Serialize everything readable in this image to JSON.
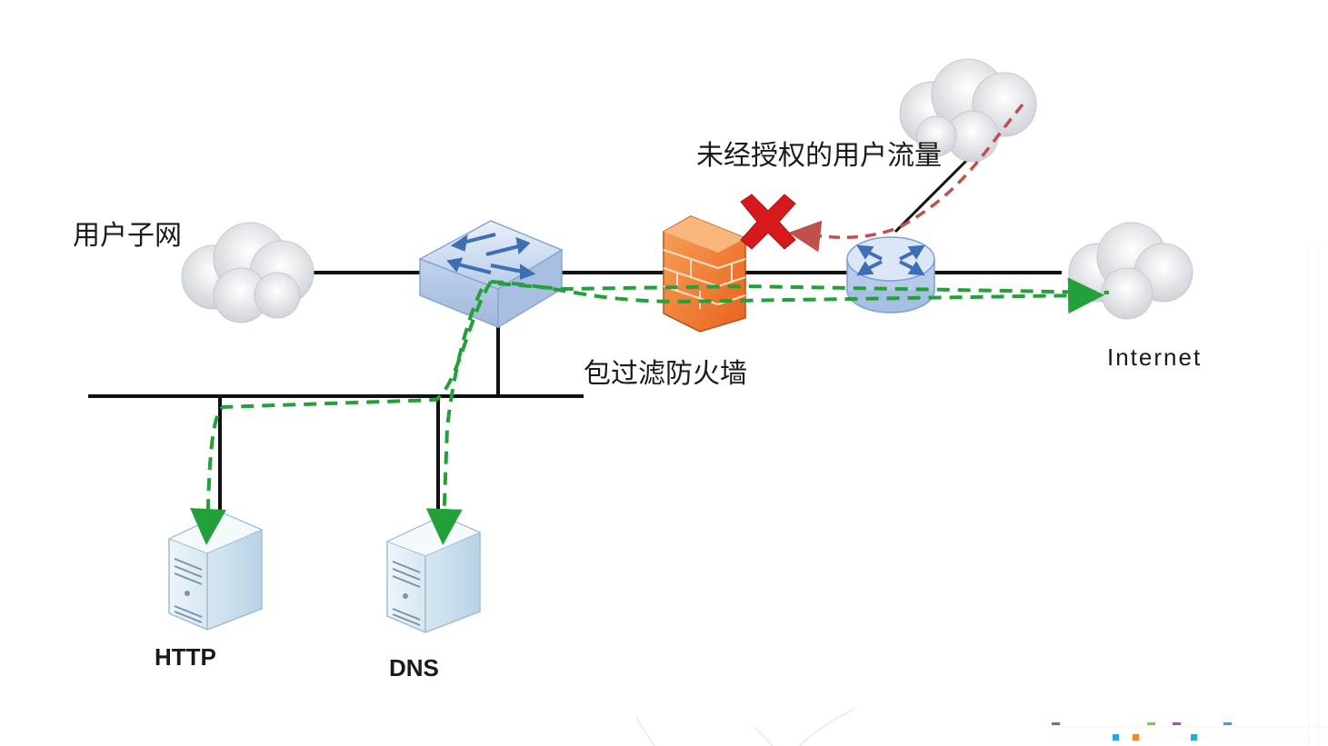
{
  "labels": {
    "user_subnet": "用户子网",
    "unauthorized_traffic": "未经授权的用户流量",
    "firewall": "包过滤防火墙",
    "internet": "Internet",
    "http_server": "HTTP",
    "dns_server": "DNS"
  },
  "colors": {
    "allowed_flow": "#22a03a",
    "blocked_flow": "#c0504d",
    "block_mark": "#d7191c",
    "firewall_brick": "#f07b2a",
    "device_blue": "#a9c4e8"
  },
  "icons": {
    "user_subnet_cloud": "cloud-icon",
    "switch": "switch-icon",
    "firewall": "brick-wall-icon",
    "router": "router-icon",
    "internet_cloud": "cloud-icon",
    "external_cloud": "cloud-icon",
    "http_server": "server-icon",
    "dns_server": "server-icon",
    "block": "red-x-icon"
  }
}
